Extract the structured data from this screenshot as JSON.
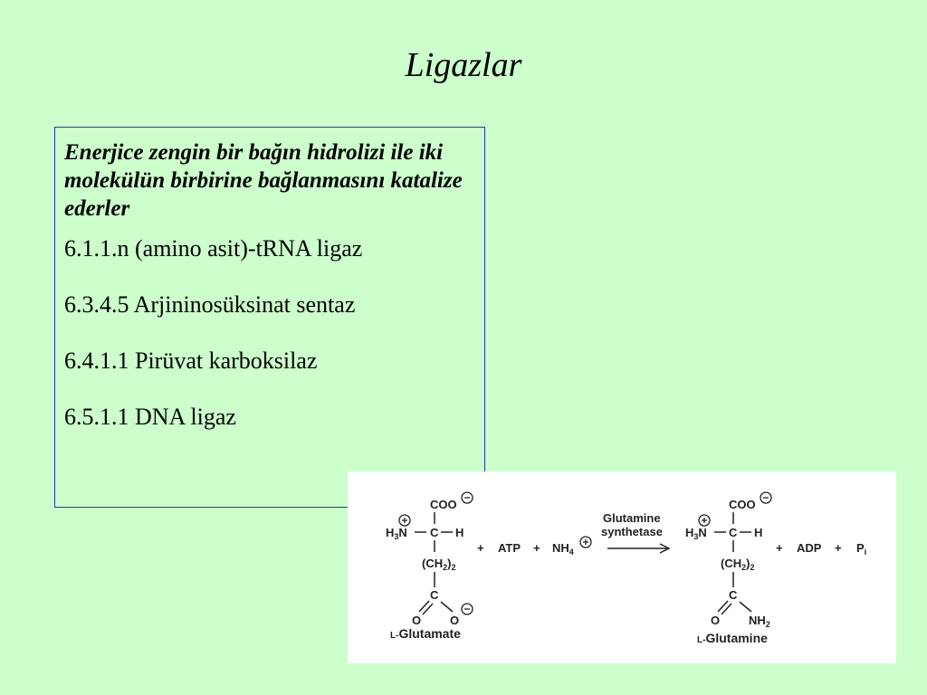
{
  "title": "Ligazlar",
  "intro": "Enerjice zengin bir bağın hidrolizi ile iki molekülün birbirine bağlanmasını katalize ederler",
  "items": [
    "6.1.1.n (amino asit)-tRNA ligaz",
    "6.3.4.5 Arjininosüksinat sentaz",
    "6.4.1.1 Pirüvat karboksilaz",
    "6.5.1.1 DNA ligaz"
  ],
  "reaction": {
    "enzyme_line1": "Glutamine",
    "enzyme_line2": "synthetase",
    "coo": "COO",
    "h3n": "H",
    "h3n_sub": "3",
    "h3n_n": "N",
    "c": "C",
    "h": "H",
    "ch2": "(CH",
    "ch2_sub": "2",
    "ch2_close": ")",
    "ch2_n": "2",
    "o": "O",
    "nh2": "NH",
    "nh2_sub": "2",
    "plus": "+",
    "atp": "ATP",
    "nh4": "NH",
    "nh4_sub": "4",
    "adp": "ADP",
    "pi": "P",
    "pi_sub": "i",
    "glutamate_prefix": "L-",
    "glutamate": "Glutamate",
    "glutamine_prefix": "L-",
    "glutamine": "Glutamine"
  }
}
